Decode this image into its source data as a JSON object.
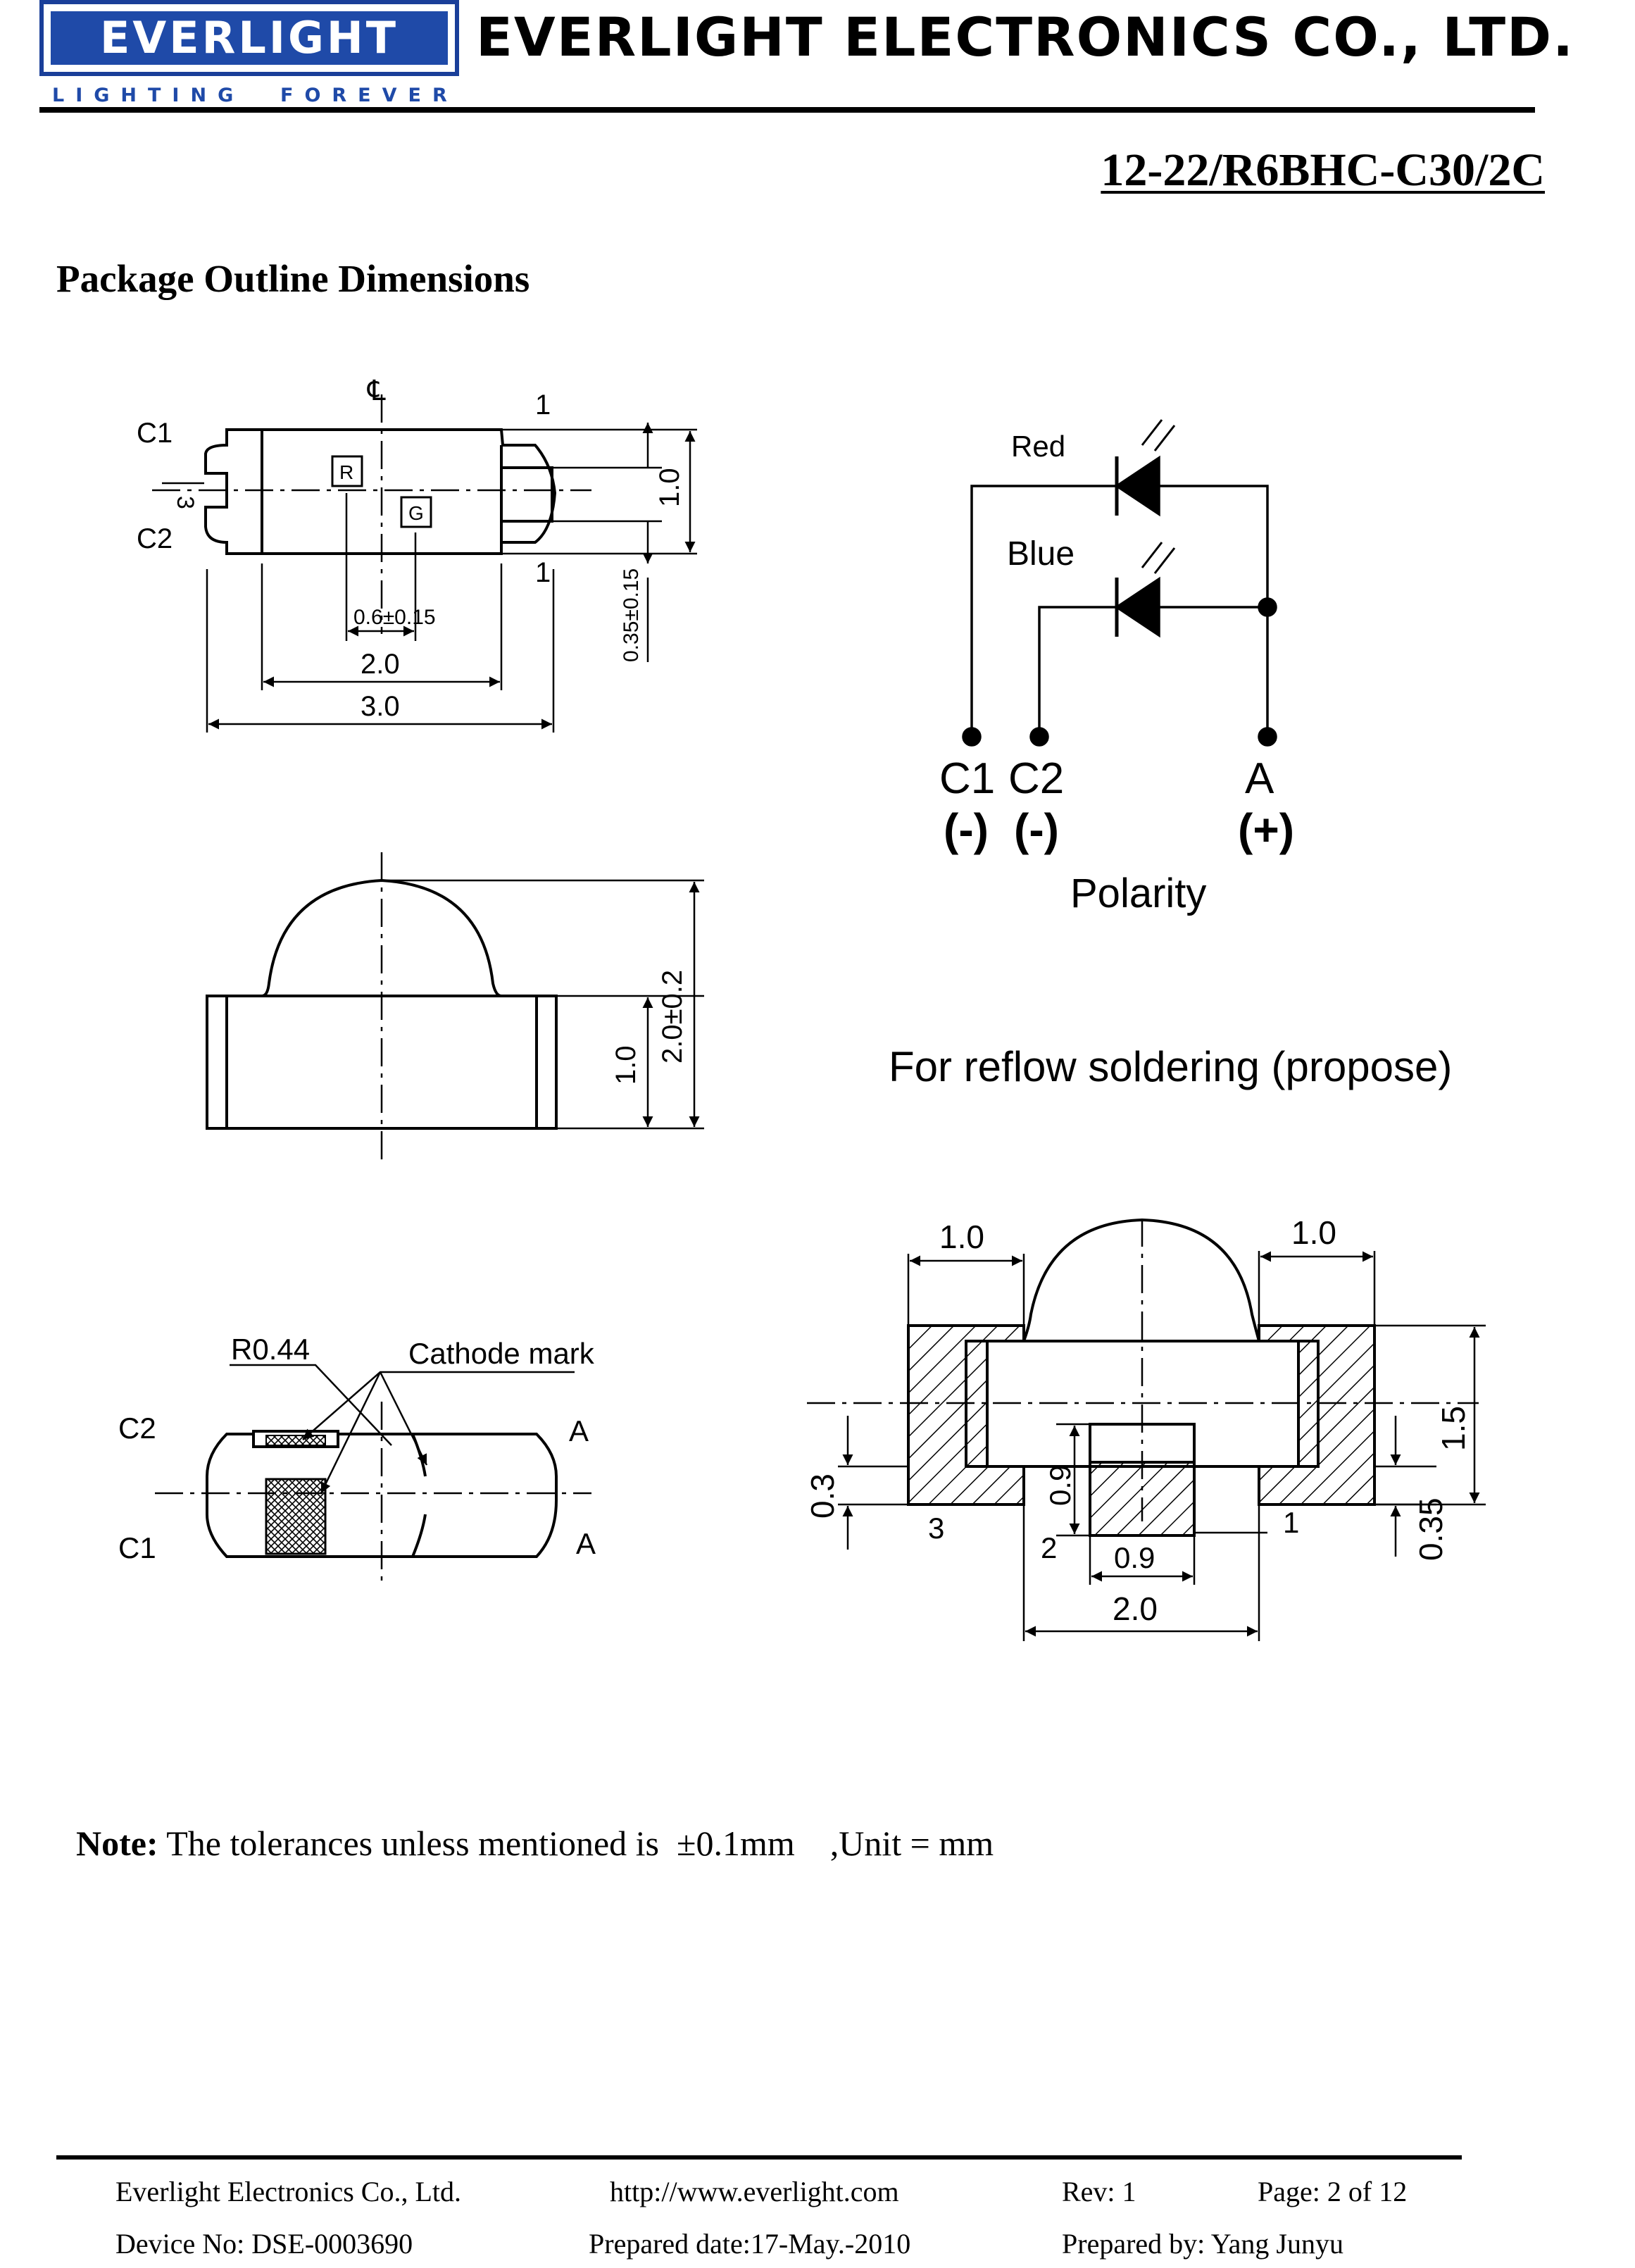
{
  "header": {
    "logo_text": "EVERLIGHT",
    "tagline_left": "LIGHTING",
    "tagline_right": "FOREVER",
    "company": "EVERLIGHT ELECTRONICS CO., LTD.",
    "brand_color": "#1f4aa8"
  },
  "part_number": "12-22/R6BHC-C30/2C",
  "section_title": "Package Outline Dimensions",
  "drawing_top": {
    "centerline_mark": "℄",
    "pin_c1": "C1",
    "pin_c2": "C2",
    "pin_3": "3",
    "pin_1_top": "1",
    "pin_1_bottom": "1",
    "chip_r": "R",
    "chip_b": "G",
    "dim_pitch": "0.6±0.15",
    "dim_inner": "2.0",
    "dim_length": "3.0",
    "dim_height": "1.0",
    "dim_offset": "0.35±0.15"
  },
  "polarity": {
    "label_red": "Red",
    "label_blue": "Blue",
    "c1": "C1",
    "c2": "C2",
    "a": "A",
    "c1_sign": "(-)",
    "c2_sign": "(-)",
    "a_sign": "(+)",
    "title": "Polarity"
  },
  "drawing_side": {
    "dim_body": "1.0",
    "dim_total": "2.0±0.2"
  },
  "reflow_title": "For reflow soldering (propose)",
  "drawing_bottom": {
    "radius": "R0.44",
    "cathode_mark": "Cathode mark",
    "c2": "C2",
    "c1": "C1",
    "a_top": "A",
    "a_bottom": "A"
  },
  "drawing_pad": {
    "dim_left_pad": "1.0",
    "dim_right_pad": "1.0",
    "dim_height": "1.5",
    "dim_left_gap": "0.3",
    "dim_right_gap": "0.35",
    "dim_center_h": "0.9",
    "dim_center_w": "0.9",
    "dim_span": "2.0",
    "pad_3": "3",
    "pad_2": "2",
    "pad_1": "1"
  },
  "note": {
    "label": "Note:",
    "text": " The tolerances unless mentioned is  ±0.1mm    ,Unit = mm"
  },
  "footer": {
    "company": "Everlight Electronics Co., Ltd.",
    "url": "http://www.everlight.com",
    "rev": "Rev: 1",
    "page": "Page: 2 of 12",
    "device": "Device No: DSE-0003690",
    "date": "Prepared date:17-May.-2010",
    "prepared_by": "Prepared by: Yang Junyu"
  }
}
